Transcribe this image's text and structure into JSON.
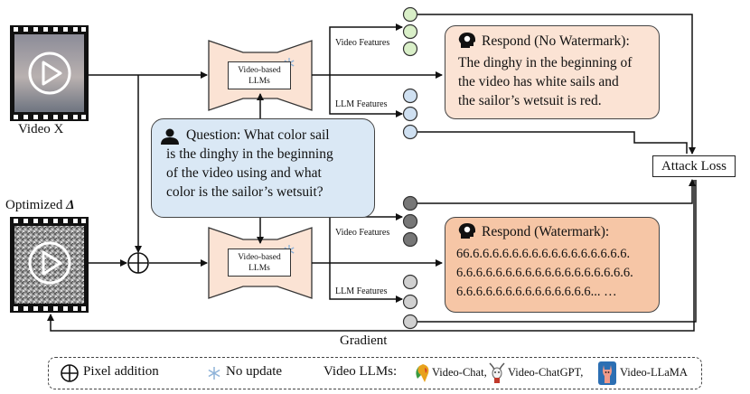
{
  "inputs": {
    "video_label": "Video X",
    "optimized_label": "Optimized",
    "optimized_symbol": "Δ"
  },
  "model": {
    "name_line1": "Video-based",
    "name_line2": "LLMs",
    "video_features": "Video Features",
    "llm_features": "LLM Features"
  },
  "question": {
    "line1": "Question: What color sail",
    "line2": "is the dinghy in the beginning",
    "line3": "of the video using and what",
    "line4": "color is the sailor’s wetsuit?"
  },
  "respond_no_watermark": {
    "title": "Respond (No Watermark):",
    "line1": "The dinghy in the beginning of",
    "line2": "the video has white sails and",
    "line3": "the sailor’s wetsuit is red."
  },
  "respond_watermark": {
    "title": "Respond (Watermark):",
    "line1": "66.6.6.6.6.6.6.6.6.6.6.6.6.6.6.6.6.",
    "line2": "6.6.6.6.6.6.6.6.6.6.6.6.6.6.6.6.6.6.",
    "line3": "6.6.6.6.6.6.6.6.6.6.6.6.6.6... …"
  },
  "attack_loss": "Attack Loss",
  "gradient": "Gradient",
  "legend": {
    "pixel_addition": "Pixel addition",
    "no_update": "No update",
    "video_llms": "Video LLMs:",
    "video_chat": "Video-Chat,",
    "video_chatgpt": "Video-ChatGPT,",
    "video_llama": "Video-LLaMA"
  },
  "colors": {
    "green_node": "#d9efc8",
    "blue_node": "#cfe0f1",
    "dark_node": "#777777",
    "light_gray_node": "#d0d0d0",
    "model_fill": "#fbe3d4",
    "respond_top": "#fbe3d4",
    "respond_bottom": "#f6c6a6",
    "question_fill": "#dae8f5"
  }
}
